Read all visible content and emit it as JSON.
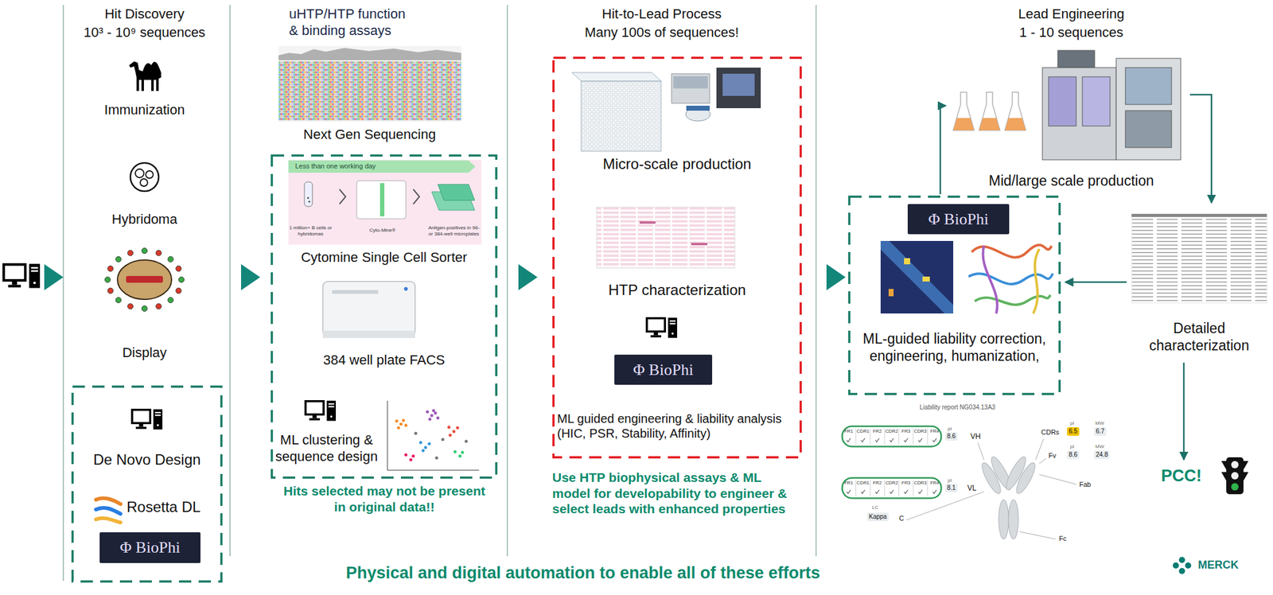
{
  "diagram": {
    "caption": "Physical and digital automation to enable all of these efforts",
    "nodes": [
      {
        "text": [
          "De Novo Design",
          "Rosetta DL"
        ]
      },
      {
        "text": [
          "Φ BioPhi"
        ],
        "in": 0
      },
      {
        "text": [
          "Cytomine Single Cell Sorter",
          "384 well plate FACS",
          "ML clustering & sequence design"
        ]
      },
      {
        "text": [
          "Micro-scale production",
          "HTP characterization",
          "ML guided engineering & liability analysis (HIC, PSR, Stability, Affinity)"
        ]
      },
      {
        "text": [
          "Φ BioPhi"
        ],
        "in": 3
      },
      {
        "text": [
          "ML-guided liability correction, engineering, humanization,"
        ]
      },
      {
        "text": [
          "Φ BioPhi"
        ],
        "in": 5
      }
    ],
    "labels": [
      "Hit Discovery",
      "10³ - 10⁹ sequences",
      "Immunization",
      "Hybridoma",
      "Display",
      "uHTP/HTP function & binding assays",
      "Next Gen Sequencing",
      "Less than one working day",
      "1 million+ B cells or hybridomas",
      "Cyto-Mine®",
      "Antigen-positives in 96- or 384-well microplates",
      "Hits selected may not be present in original data!!",
      "Hit-to-Lead Process",
      "Many 100s of sequences!",
      "Use HTP biophysical assays & ML model for developability to engineer & select leads with enhanced properties",
      "Lead Engineering",
      "1 - 10 sequences",
      "Mid/large scale production",
      "Detailed characterization",
      "Liability report NG034.13A3",
      "FR1",
      "CDR1",
      "FR2",
      "CDR2",
      "FR3",
      "CDR3",
      "FR4",
      "pI",
      "8.6",
      "VH",
      "CDRs",
      "pI",
      "6.5",
      "MW",
      "6.7",
      "Fv",
      "pI",
      "8.6",
      "MW",
      "24.8",
      "FR1",
      "CDR1",
      "FR2",
      "CDR2",
      "FR3",
      "CDR3",
      "FR4",
      "pI",
      "8.1",
      "VL",
      "Fab",
      "LC",
      "Kappa",
      "C",
      "Fc",
      "PCC!",
      "MERCK"
    ]
  }
}
